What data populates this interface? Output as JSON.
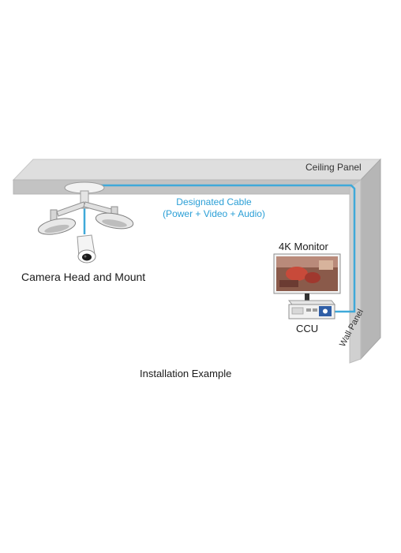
{
  "diagram": {
    "title": "Installation Example",
    "labels": {
      "ceiling_panel": "Ceiling Panel",
      "wall_panel": "Wall Panel",
      "cable_line1": "Designated Cable",
      "cable_line2": "(Power + Video + Audio)",
      "camera": "Camera Head and Mount",
      "monitor": "4K Monitor",
      "ccu": "CCU"
    },
    "icons": {
      "camera": "ceiling-camera-icon",
      "monitor": "monitor-icon",
      "ccu": "ccu-unit-icon"
    },
    "colors": {
      "cable": "#3fa9d9",
      "label_accent": "#2b9fd6",
      "panel_top": "#dcdcdc",
      "panel_front": "#c4c4c4",
      "wall": "#b8b8b8"
    }
  }
}
